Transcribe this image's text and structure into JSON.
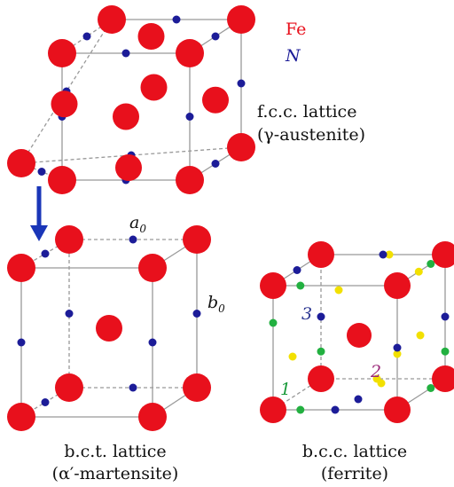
{
  "legend": {
    "fe": "Fe",
    "n": "N",
    "fe_color": "#e8101c",
    "n_color": "#1c1c98"
  },
  "fcc": {
    "line1": "f.c.c. lattice",
    "line2": "(γ-austenite)"
  },
  "bct": {
    "a_param": "a",
    "a_sub": "0",
    "b_param": "b",
    "b_sub": "0",
    "line1": "b.c.t. lattice",
    "line2": "(α′-martensite)"
  },
  "bcc": {
    "site_1": "1",
    "site_2": "2",
    "site_3": "3",
    "line1": "b.c.c. lattice",
    "line2": "(ferrite)"
  },
  "colors": {
    "site_1": "#1a9a3a",
    "site_2": "#9c2a7a",
    "site_3": "#2a3590",
    "octa_green": "#22b040",
    "octa_yellow": "#f2e000",
    "arrow": "#1a36b8",
    "edge": "#999999"
  }
}
